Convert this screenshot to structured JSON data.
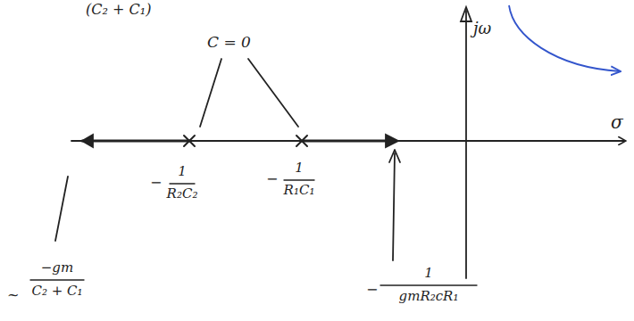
{
  "diagram": {
    "labels": [
      "(C₂ + C₁)",
      "jω",
      "C = 0",
      "σ",
      "−",
      "1",
      "R₂C₂",
      "−",
      "1",
      "R₁C₁",
      "~",
      "−gm",
      "C₂ + C₁",
      "−",
      "1",
      "gmR₂cR₁"
    ]
  }
}
